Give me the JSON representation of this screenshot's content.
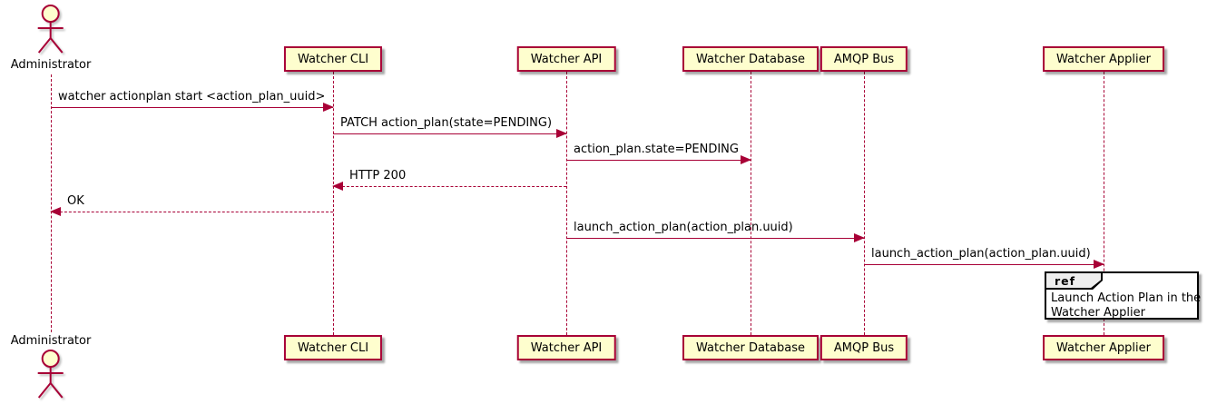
{
  "diagram": {
    "kind": "sequence-diagram",
    "style": "plantuml"
  },
  "actor": {
    "label": "Administrator"
  },
  "participants": [
    {
      "label": "Watcher CLI"
    },
    {
      "label": "Watcher API"
    },
    {
      "label": "Watcher Database"
    },
    {
      "label": "AMQP Bus"
    },
    {
      "label": "Watcher Applier"
    }
  ],
  "messages": [
    {
      "from": "Administrator",
      "to": "Watcher CLI",
      "label": "watcher actionplan start <action_plan_uuid>",
      "style": "solid",
      "direction": "right"
    },
    {
      "from": "Watcher CLI",
      "to": "Watcher API",
      "label": "PATCH action_plan(state=PENDING)",
      "style": "solid",
      "direction": "right"
    },
    {
      "from": "Watcher API",
      "to": "Watcher Database",
      "label": "action_plan.state=PENDING",
      "style": "solid",
      "direction": "right"
    },
    {
      "from": "Watcher API",
      "to": "Watcher CLI",
      "label": "HTTP 200",
      "style": "dashed",
      "direction": "left"
    },
    {
      "from": "Watcher CLI",
      "to": "Administrator",
      "label": "OK",
      "style": "dashed",
      "direction": "left"
    },
    {
      "from": "Watcher API",
      "to": "AMQP Bus",
      "label": "launch_action_plan(action_plan.uuid)",
      "style": "solid",
      "direction": "right"
    },
    {
      "from": "AMQP Bus",
      "to": "Watcher Applier",
      "label": "launch_action_plan(action_plan.uuid)",
      "style": "solid",
      "direction": "right"
    }
  ],
  "ref": {
    "keyword": "ref",
    "line1": "Launch Action Plan in the",
    "line2": "Watcher Applier"
  },
  "colors": {
    "participant_fill": "#FEFECE",
    "stroke": "#A80036",
    "ref_header_fill": "#EEEEEE",
    "ref_border": "#000000",
    "text": "#000000",
    "background": "#FFFFFF"
  }
}
